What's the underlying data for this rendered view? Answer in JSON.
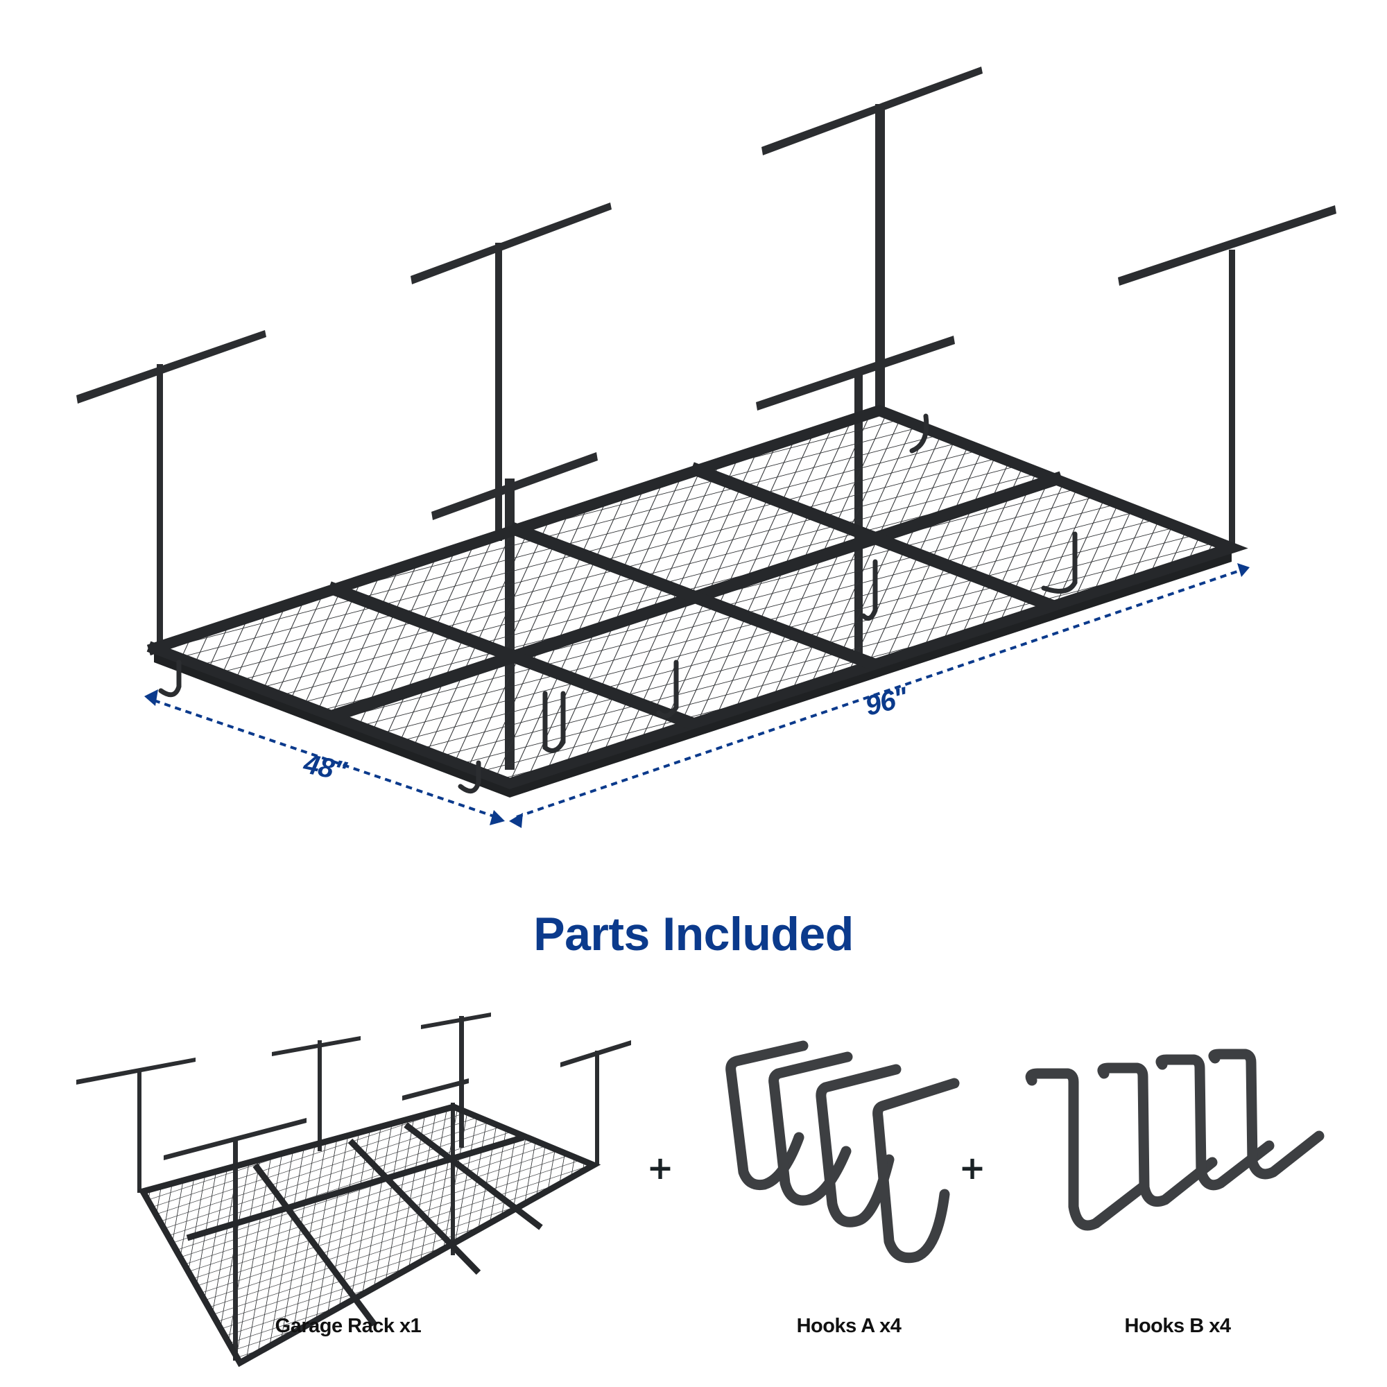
{
  "product_image": {
    "dimensions": {
      "width_label": "48\"",
      "length_label": "96\""
    },
    "colors": {
      "accent": "#0b3a8c",
      "metal": "#2b2d30",
      "hook": "#3d3f42",
      "caption_text": "#111111",
      "background": "#ffffff"
    }
  },
  "parts_section": {
    "title": "Parts Included",
    "separator_symbol": "+",
    "items": [
      {
        "label": "Garage Rack x1",
        "icon": "garage-rack-icon",
        "quantity": 1
      },
      {
        "label": "Hooks A x4",
        "icon": "j-hook-icon",
        "quantity": 4
      },
      {
        "label": "Hooks B x4",
        "icon": "angled-hook-icon",
        "quantity": 4
      }
    ]
  }
}
